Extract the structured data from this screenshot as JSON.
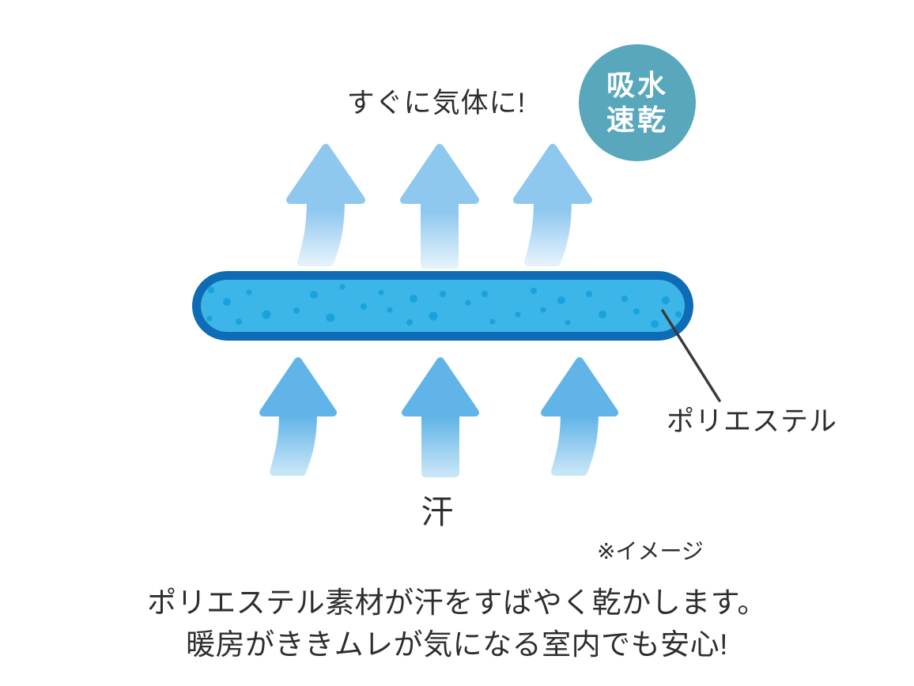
{
  "labels": {
    "gas": "すぐに気体に!",
    "sweat": "汗",
    "polyester": "ポリエステル",
    "note": "※イメージ"
  },
  "badge": {
    "line1": "吸水",
    "line2": "速乾"
  },
  "description": {
    "line1": "ポリエステル素材が汗をすばやく乾かします。",
    "line2": "暖房がききムレが気になる室内でも安心!"
  },
  "colors": {
    "background": "#ffffff",
    "ink": "#2e2e2e",
    "badge_bg": "#58a7bc",
    "badge_text": "#ffffff",
    "bar_fill": "#3cb5e8",
    "bar_border": "#0e6bb5",
    "dot": "#1aa2dc",
    "arrow_top": "#8fc8ef",
    "arrow_top_fade": "#e2f1fb",
    "arrow_bottom": "#61b4e7",
    "arrow_bottom_fade": "#c6e5f7",
    "leader_line": "#3a3a3a"
  },
  "fabric": {
    "dots": [
      [
        267,
        367,
        4
      ],
      [
        287,
        382,
        5
      ],
      [
        315,
        370,
        3.5
      ],
      [
        337,
        398,
        5.5
      ],
      [
        302,
        407,
        4
      ],
      [
        265,
        403,
        3.5
      ],
      [
        375,
        393,
        4
      ],
      [
        397,
        373,
        5
      ],
      [
        418,
        402,
        5.5
      ],
      [
        433,
        363,
        3.5
      ],
      [
        460,
        388,
        4
      ],
      [
        482,
        370,
        3.5
      ],
      [
        493,
        392,
        3.5
      ],
      [
        523,
        378,
        5
      ],
      [
        518,
        408,
        4
      ],
      [
        548,
        400,
        5.5
      ],
      [
        560,
        372,
        4
      ],
      [
        592,
        383,
        3.5
      ],
      [
        613,
        372,
        4
      ],
      [
        623,
        407,
        3.5
      ],
      [
        655,
        398,
        3.5
      ],
      [
        675,
        368,
        4
      ],
      [
        687,
        392,
        3.5
      ],
      [
        710,
        380,
        5
      ],
      [
        718,
        408,
        3.5
      ],
      [
        745,
        372,
        4
      ],
      [
        762,
        398,
        5
      ],
      [
        790,
        378,
        4
      ],
      [
        805,
        394,
        4
      ],
      [
        828,
        410,
        5
      ],
      [
        842,
        380,
        5
      ],
      [
        858,
        398,
        4
      ]
    ]
  }
}
